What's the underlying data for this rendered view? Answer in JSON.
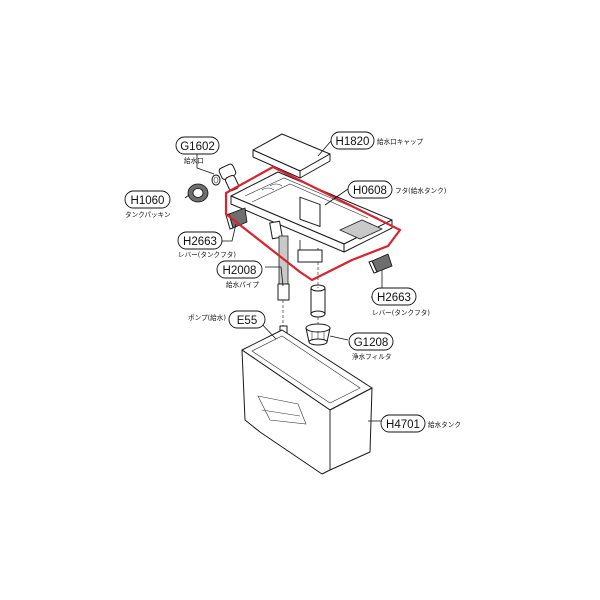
{
  "parts": [
    {
      "key": "fill_cap",
      "code": "H1820",
      "desc": "給水口キャップ"
    },
    {
      "key": "fill_port",
      "code": "G1602",
      "desc": "給水口"
    },
    {
      "key": "tank_lid",
      "code": "H0608",
      "desc": "フタ(給水タンク)"
    },
    {
      "key": "tank_packing",
      "code": "H1060",
      "desc": "タンクパッキン"
    },
    {
      "key": "lever_left",
      "code": "H2663",
      "desc": "レバー(タンクフタ)"
    },
    {
      "key": "supply_pipe",
      "code": "H2008",
      "desc": "給水パイプ"
    },
    {
      "key": "lever_right",
      "code": "H2663",
      "desc": "レバー(タンクフタ)"
    },
    {
      "key": "pump",
      "code": "E55",
      "desc": "ポンプ(給水)"
    },
    {
      "key": "filter",
      "code": "G1208",
      "desc": "浄水フィルタ"
    },
    {
      "key": "water_tank",
      "code": "H4701",
      "desc": "給水タンク"
    }
  ],
  "highlight": {
    "part": "H0608",
    "color": "#d9232d"
  }
}
